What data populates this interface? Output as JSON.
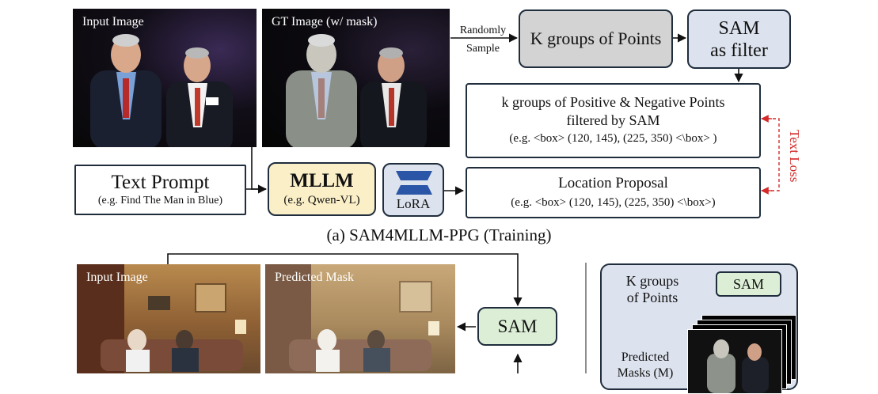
{
  "top": {
    "input_image_label": "Input Image",
    "gt_image_label": "GT Image (w/ mask)",
    "randomly_label": "Randomly",
    "sample_label": "Sample",
    "k_groups_label": "K groups of Points",
    "sam_filter_line1": "SAM",
    "sam_filter_line2": "as filter",
    "pos_neg_line1": "k groups of Positive & Negative Points",
    "pos_neg_line2": "filtered by SAM",
    "pos_neg_example": "(e.g. <box> (120, 145), (225, 350) <\\box> )",
    "text_loss_label": "Text Loss",
    "text_prompt_title": "Text Prompt",
    "text_prompt_example": "(e.g. Find The Man in Blue)",
    "mllm_title": "MLLM",
    "mllm_example": "(e.g. Qwen-VL)",
    "lora_label": "LoRA",
    "location_title": "Location Proposal",
    "location_example": "(e.g. <box> (120, 145), (225, 350) <\\box>)",
    "caption": "(a) SAM4MLLM-PPG (Training)"
  },
  "bottom": {
    "input_image_label": "Input Image",
    "predicted_mask_label": "Predicted Mask",
    "sam_label": "SAM",
    "inset_k_groups_line1": "K groups",
    "inset_k_groups_line2": "of Points",
    "inset_sam_label": "SAM",
    "inset_predicted_line1": "Predicted",
    "inset_predicted_line2": "Masks (M)"
  },
  "colors": {
    "k_groups_fill": "#d3d3d3",
    "sam_fill": "#dde3ee",
    "mllm_fill": "#fbefc8",
    "lora_fill": "#dde3ee",
    "lora_icon": "#2b55a6",
    "sam_green_fill": "#dcefd6",
    "inset_fill": "#dde3ee",
    "text_loss": "#d42a2a",
    "box_border": "#1f2d3d"
  }
}
